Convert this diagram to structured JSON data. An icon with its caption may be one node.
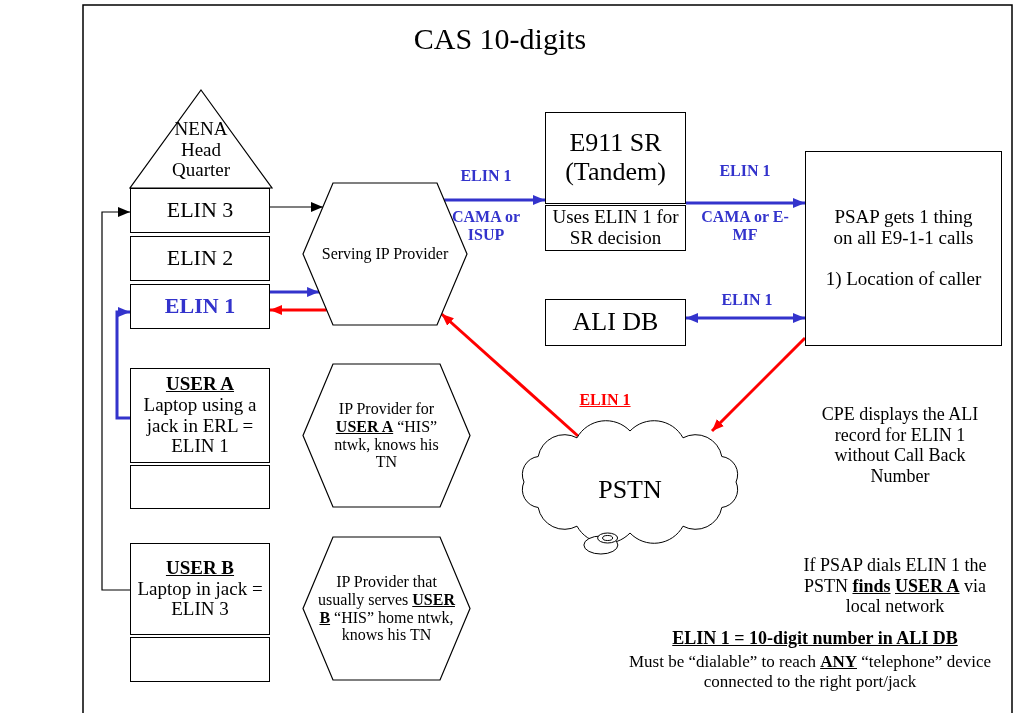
{
  "diagram": {
    "title": "CAS 10-digits",
    "nodes": [
      {
        "text": [
          "NENA Head Quarter"
        ]
      },
      {
        "text": [
          "ELIN 3"
        ]
      },
      {
        "text": [
          "ELIN 2"
        ]
      },
      {
        "text": [
          "ELIN 1"
        ]
      },
      {
        "text": [
          "USER A",
          "Laptop using a jack in ERL = ELIN 1"
        ]
      },
      {
        "text": [],
        "shape": "box"
      },
      {
        "text": [
          "USER B",
          "Laptop in jack = ELIN 3"
        ]
      },
      {
        "text": [],
        "shape": "box"
      },
      {
        "text": [
          "Serving IP Provider"
        ]
      },
      {
        "text": [
          "IP Provider for **USER A** “HIS” ntwk, knows his TN"
        ]
      },
      {
        "text": [
          "IP Provider that usually serves **USER B** “HIS” home ntwk, knows his TN"
        ]
      },
      {
        "text": [
          "E911 SR (Tandem)"
        ]
      },
      {
        "text": [
          "Uses ELIN 1 for SR decision"
        ]
      },
      {
        "text": [
          "ALI DB"
        ]
      },
      {
        "text": [
          "PSAP gets 1 thing on all E9-1-1 calls",
          "1) Location of caller"
        ]
      },
      {
        "text": [
          "PSTN"
        ]
      }
    ],
    "edges": [
      {
        "from": 1,
        "to": 8,
        "arrow": "to",
        "color": "#000000"
      },
      {
        "from": 3,
        "to": 8,
        "arrow": "to"
      },
      {
        "from": 8,
        "to": 3,
        "arrow": "to",
        "color": "#ff0000"
      },
      {
        "from": 8,
        "to": 11,
        "arrow": "to",
        "label": "ELIN 1"
      },
      {
        "from": 11,
        "to": 14,
        "arrow": "to",
        "label": "ELIN 1"
      },
      {
        "from": 13,
        "to": 14,
        "arrow": "both",
        "label": "ELIN 1"
      },
      {
        "from": 14,
        "to": 15,
        "arrow": "to",
        "color": "#ff0000"
      },
      {
        "from": 15,
        "to": 8,
        "arrow": "to",
        "color": "#ff0000",
        "label": "ELIN 1"
      },
      {
        "from": 6,
        "to": 1,
        "arrow": "to",
        "color": "#000000"
      },
      {
        "from": 4,
        "to": 3,
        "arrow": "to"
      }
    ],
    "labels": [
      "CAMA or ISUP",
      "CAMA or E-MF",
      "CPE displays the ALI record for ELIN 1 without Call Back Number",
      "If PSAP dials ELIN 1 the PSTN **finds** **USER A** via local network",
      "ELIN 1 = 10-digit number in ALI DB",
      "Must be “dialable” to reach **ANY** “telephone” device connected to the right port/jack"
    ]
  }
}
